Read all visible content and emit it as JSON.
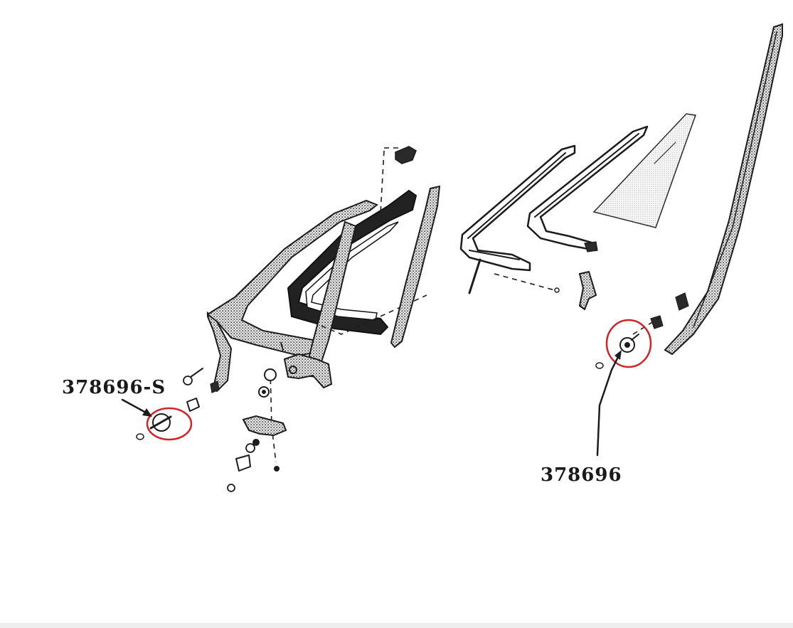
{
  "callouts": [
    {
      "id": "left",
      "text": "378696-S"
    },
    {
      "id": "right",
      "text": "378696"
    }
  ],
  "colors": {
    "ink": "#1c1c1c",
    "highlight_circle": "#d0232a",
    "background": "#ffffff"
  }
}
